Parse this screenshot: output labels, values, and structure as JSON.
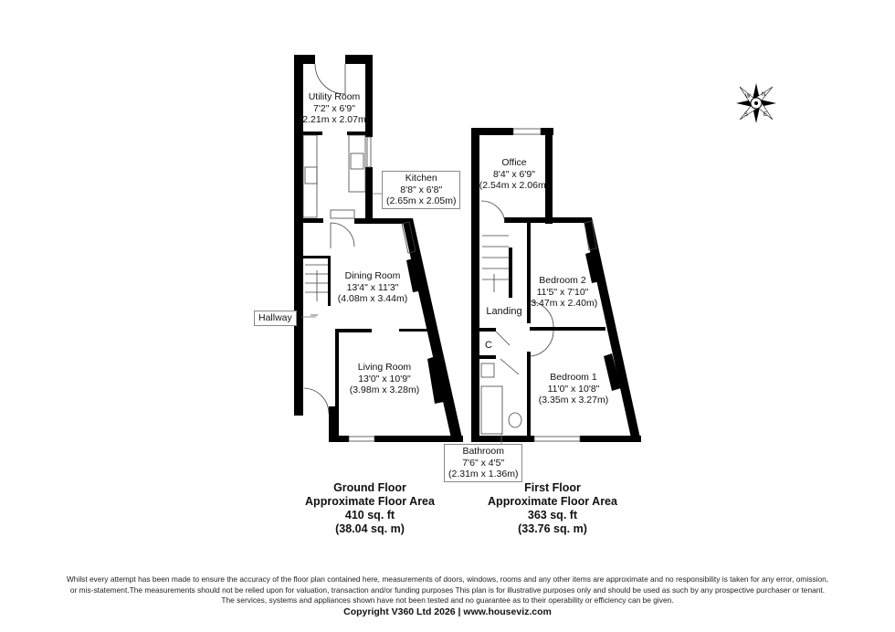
{
  "compass": {
    "icon": "compass-rose-icon",
    "letters": [
      "N",
      "E",
      "S",
      "W"
    ]
  },
  "ground_floor": {
    "rooms": [
      {
        "name": "Utility Room",
        "imperial": "7'2\" x 6'9\"",
        "metric": "(2.21m x 2.07m)"
      },
      {
        "name": "Kitchen",
        "imperial": "8'8\" x 6'8\"",
        "metric": "(2.65m x 2.05m)"
      },
      {
        "name": "Dining Room",
        "imperial": "13'4\" x 11'3\"",
        "metric": "(4.08m x 3.44m)"
      },
      {
        "name": "Living Room",
        "imperial": "13'0\" x 10'9\"",
        "metric": "(3.98m x 3.28m)"
      }
    ],
    "hallway_label": "Hallway",
    "title": "Ground Floor",
    "area_label": "Approximate Floor Area",
    "area_sqft": "410 sq. ft",
    "area_sqm": "(38.04 sq. m)"
  },
  "first_floor": {
    "rooms": [
      {
        "name": "Office",
        "imperial": "8'4\" x 6'9\"",
        "metric": "(2.54m x 2.06m)"
      },
      {
        "name": "Bedroom 2",
        "imperial": "11'5\" x 7'10\"",
        "metric": "(3.47m x 2.40m)"
      },
      {
        "name": "Bedroom 1",
        "imperial": "11'0\" x 10'8\"",
        "metric": "(3.35m x 3.27m)"
      },
      {
        "name": "Bathroom",
        "imperial": "7'6\" x 4'5\"",
        "metric": "(2.31m x 1.36m)"
      }
    ],
    "landing_label": "Landing",
    "cupboard_label": "C",
    "title": "First Floor",
    "area_label": "Approximate Floor Area",
    "area_sqft": "363 sq. ft",
    "area_sqm": "(33.76 sq. m)"
  },
  "disclaimer": [
    "Whilst every attempt has been made to ensure the accuracy of the floor plan contained here, measurements of doors, windows, rooms and any other items are approximate and no responsibility is taken for any error, omission,",
    "or mis-statement.The measurements should not be relied upon for valuation, transaction and/or funding purposes This plan is for illustrative purposes only and should be used as such by any prospective purchaser or tenant.",
    "The services, systems and appliances shown have not been tested and no guarantee as to their operability or efficiency can be given."
  ],
  "copyright": "Copyright V360 Ltd 2026 | www.houseviz.com"
}
